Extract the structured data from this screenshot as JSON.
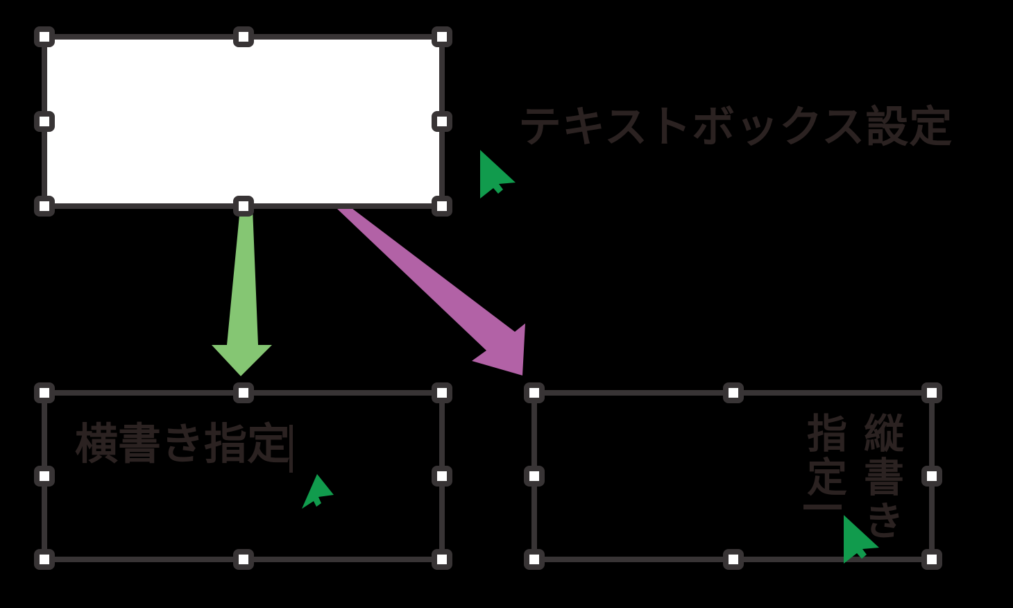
{
  "colors": {
    "bg": "#000000",
    "outline": "#383435",
    "ink": "#2b2221",
    "box-fill": "#ffffff",
    "green-arrow": "#85c673",
    "purple-arrow": "#b262a6",
    "pointer-green": "#119b4d"
  },
  "title": {
    "label": "テキストボックス設定"
  },
  "boxes": {
    "horizontal": {
      "label": "横書き指定"
    },
    "vertical": {
      "line1": "縦書き",
      "line2": "指定"
    }
  }
}
